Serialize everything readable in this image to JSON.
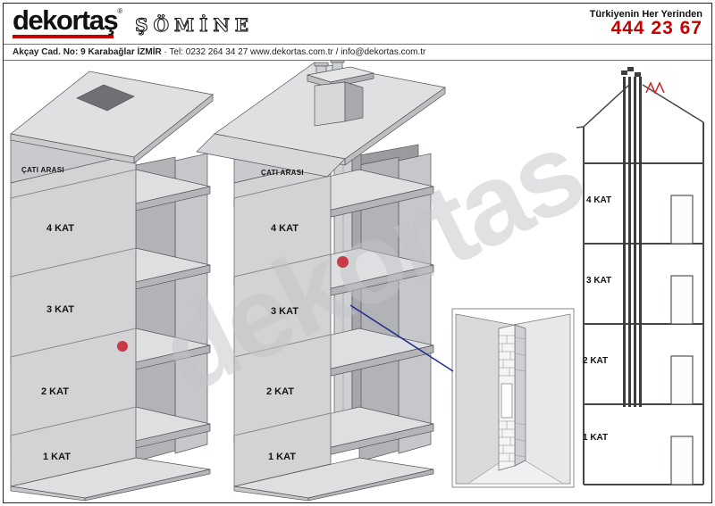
{
  "header": {
    "logo": "dekortaş",
    "registered_mark": "®",
    "brand_word": "ŞÖMİNE",
    "phone_tagline": "Türkiyenin Her Yerinden",
    "phone_number": "444 23 67",
    "address_bold": "Akçay Cad. No: 9 Karabağlar İZMİR",
    "address_rest": "· Tel: 0232 264 34 27 www.dekortas.com.tr / info@dekortas.com.tr"
  },
  "watermark_text": "dekortas",
  "buildings": {
    "left": {
      "attic_label": "ÇATI ARASI",
      "floors": [
        "4 KAT",
        "3 KAT",
        "2 KAT",
        "1 KAT"
      ]
    },
    "middle": {
      "attic_label": "ÇATI ARASI",
      "floors": [
        "4 KAT",
        "3 KAT",
        "2 KAT",
        "1 KAT"
      ]
    },
    "elevation": {
      "floors": [
        "4 KAT",
        "3 KAT",
        "2 KAT",
        "1 KAT"
      ]
    }
  },
  "colors": {
    "accent_red": "#c40000",
    "pointer_blue": "#23308f"
  }
}
